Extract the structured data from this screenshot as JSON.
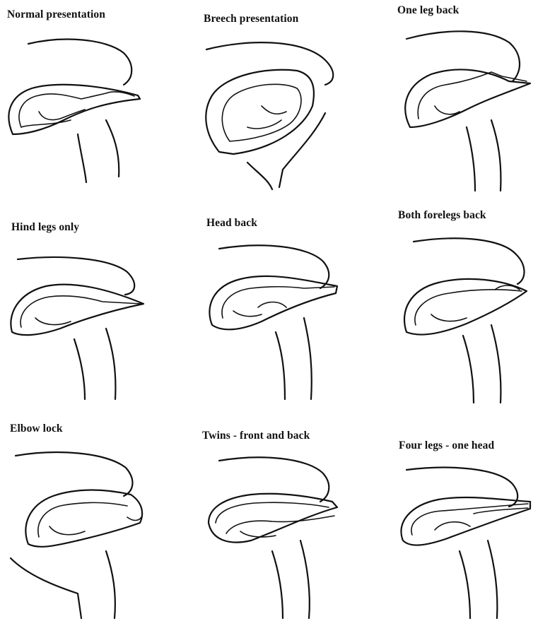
{
  "figure": {
    "panels": [
      {
        "id": "normal",
        "caption": "Normal presentation"
      },
      {
        "id": "breech",
        "caption": "Breech presentation"
      },
      {
        "id": "one-leg-back",
        "caption": "One leg back"
      },
      {
        "id": "hind-legs-only",
        "caption": "Hind legs only"
      },
      {
        "id": "head-back",
        "caption": "Head back"
      },
      {
        "id": "both-forelegs-back",
        "caption": "Both forelegs back"
      },
      {
        "id": "elbow-lock",
        "caption": "Elbow lock"
      },
      {
        "id": "twins",
        "caption": "Twins - front and back"
      },
      {
        "id": "four-legs-one-head",
        "caption": "Four legs - one head"
      }
    ],
    "colors": {
      "line": "#111111",
      "background": "#ffffff"
    }
  }
}
